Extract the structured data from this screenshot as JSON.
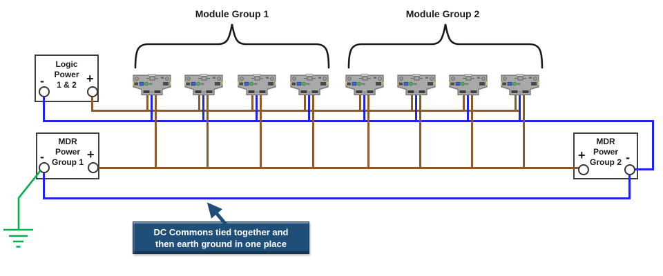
{
  "labels": {
    "module_group_1": "Module Group 1",
    "module_group_2": "Module Group 2"
  },
  "power_boxes": {
    "logic": {
      "lines": [
        "Logic",
        "Power",
        "1 & 2"
      ],
      "minus": "-",
      "plus": "+"
    },
    "mdr1": {
      "lines": [
        "MDR",
        "Power",
        "Group 1"
      ],
      "minus": "-",
      "plus": "+"
    },
    "mdr2": {
      "lines": [
        "MDR",
        "Power",
        "Group 2"
      ],
      "minus": "-",
      "plus": "+"
    }
  },
  "callout": {
    "line1": "DC Commons tied together and",
    "line2": "then earth ground in one place"
  },
  "modules": {
    "count": 8,
    "icon": "mdr-module-icon",
    "group1_count": 4,
    "group2_count": 4
  },
  "icons": {
    "ground": "earth-ground-icon",
    "callout_arrow": "callout-arrow-icon"
  },
  "colors": {
    "wire_blue": "#2222E8",
    "wire_brown": "#8A5B2B",
    "wire_green": "#00B050",
    "callout_bg": "#1F4E79",
    "callout_text": "#FFFFFF",
    "box_border": "#3F3F3F",
    "brace": "#1A1A1A"
  }
}
